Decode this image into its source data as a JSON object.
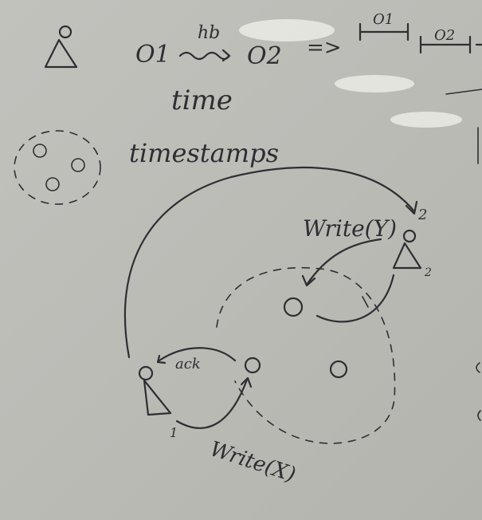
{
  "board": {
    "ink_color": "#2e2e33",
    "background_color": "#bdbdb8",
    "glare_color": "#f2f2ec"
  },
  "notes": {
    "o1": "O1",
    "hb": "hb",
    "o2": "O2",
    "implies": "=>",
    "time": "time",
    "timestamps": "timestamps",
    "seg_o1": "O1",
    "seg_o2": "O2"
  },
  "diagram": {
    "write_y": "Write(Y)",
    "write_x": "Write(X)",
    "ack": "ack",
    "client_2": "2",
    "client_2_top": "2",
    "client_1": "1"
  }
}
